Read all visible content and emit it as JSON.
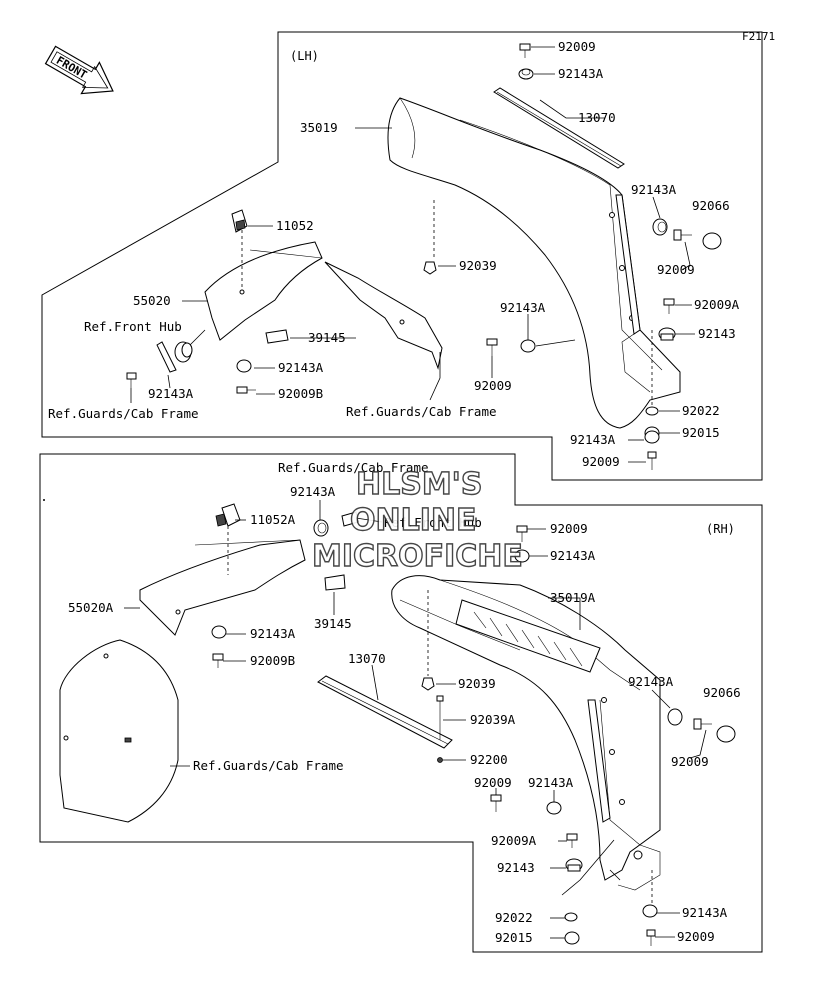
{
  "figure_id": "F2171",
  "front_arrow_label": "FRONT",
  "sections": {
    "lh": {
      "label": "(LH)"
    },
    "rh": {
      "label": "(RH)"
    }
  },
  "watermark": [
    "HLSM'S",
    "ONLINE",
    "MICROFICHE"
  ],
  "callouts": {
    "lh_92009_top": "92009",
    "lh_92143A_top": "92143A",
    "lh_13070": "13070",
    "lh_35019": "35019",
    "lh_92143A_r": "92143A",
    "lh_92066": "92066",
    "lh_92009_r": "92009",
    "lh_11052": "11052",
    "lh_92039": "92039",
    "lh_92143A_mid": "92143A",
    "lh_92009A": "92009A",
    "lh_92143": "92143",
    "lh_55020": "55020",
    "lh_39145": "39145",
    "lh_ref_front_hub": "Ref.Front Hub",
    "lh_92009_mid": "92009",
    "lh_92143A_low": "92143A",
    "lh_92143A_left": "92143A",
    "lh_92009B": "92009B",
    "lh_ref_guards_left": "Ref.Guards/Cab Frame",
    "lh_ref_guards_right": "Ref.Guards/Cab Frame",
    "lh_92022": "92022",
    "lh_92143A_bot": "92143A",
    "lh_92015": "92015",
    "lh_92009_bot": "92009",
    "rh_ref_guards_top": "Ref.Guards/Cab Frame",
    "rh_92143A_top": "92143A",
    "rh_11052A": "11052A",
    "rh_ref_front_hub": "Ref.Front Hub",
    "rh_92009_top": "92009",
    "rh_92143A_r1": "92143A",
    "rh_55020A": "55020A",
    "rh_35019A": "35019A",
    "rh_92143A_left": "92143A",
    "rh_39145": "39145",
    "rh_92009B": "92009B",
    "rh_13070": "13070",
    "rh_92039": "92039",
    "rh_92143A_r2": "92143A",
    "rh_92066": "92066",
    "rh_92039A": "92039A",
    "rh_92009_r": "92009",
    "rh_ref_guards_left": "Ref.Guards/Cab Frame",
    "rh_92200": "92200",
    "rh_92009_low": "92009",
    "rh_92143A_low": "92143A",
    "rh_92009A": "92009A",
    "rh_92143": "92143",
    "rh_92022": "92022",
    "rh_92143A_bot": "92143A",
    "rh_92015": "92015",
    "rh_92009_bot": "92009"
  }
}
